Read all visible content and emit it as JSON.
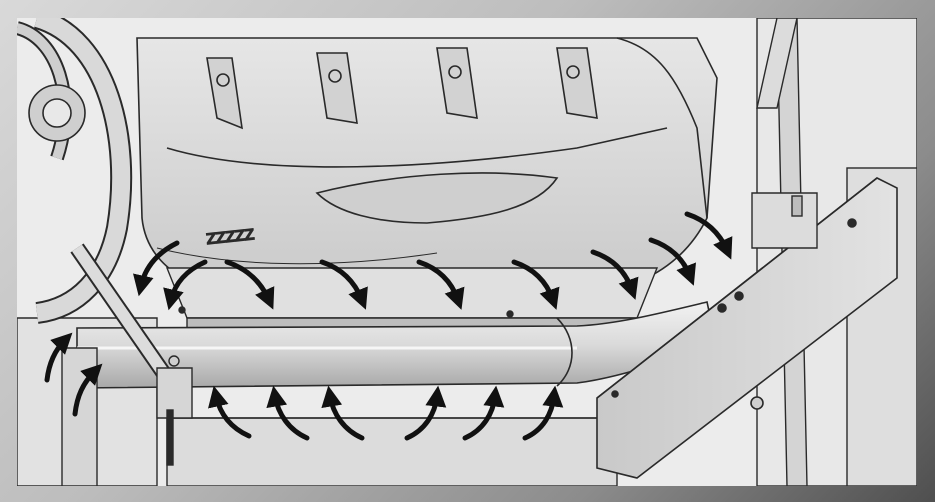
{
  "figure": {
    "kind": "technical-line-illustration",
    "subject": "underbody-airflow",
    "colors": {
      "background": "#ececec",
      "frame_dark": "#4f4f4f",
      "frame_light": "#d9d9d9",
      "part_fill": "#d8d8d8",
      "part_shadow": "#a9a9a9",
      "line": "#2a2a2a",
      "arrow": "#111111"
    },
    "icons": [
      "steering-wheel",
      "engine-block",
      "frame-rail",
      "bracket",
      "bolt",
      "airflow-arrow"
    ]
  }
}
